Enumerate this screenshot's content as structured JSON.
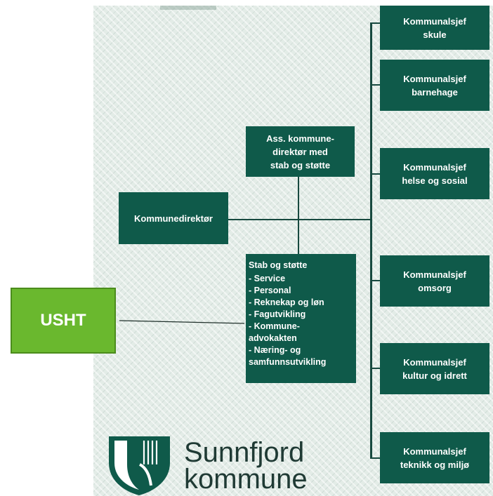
{
  "org_chart": {
    "director": "Kommunedirektør",
    "assistant": "Ass. kommune-\ndirektør med\nstab og støtte",
    "staff": {
      "title": "Stab og støtte",
      "items": [
        "- Service",
        "- Personal",
        "- Reknekap og løn",
        "- Fagutvikling",
        "- Kommune-\n  advokakten",
        "- Næring- og\n  samfunnsutvikling"
      ]
    },
    "usht": "USHT",
    "chiefs": [
      "Kommunalsjef\nskule",
      "Kommunalsjef\nbarnehage",
      "Kommunalsjef\nhelse og sosial",
      "Kommunalsjef\nomsorg",
      "Kommunalsjef\nkultur og idrett",
      "Kommunalsjef\nteknikk og miljø"
    ]
  },
  "logo": {
    "line1": "Sunnfjord",
    "line2": "kommune"
  },
  "colors": {
    "box": "#0f5a4a",
    "usht": "#6ab82e",
    "background_pattern": "#e3ece7",
    "line": "#17493f"
  }
}
